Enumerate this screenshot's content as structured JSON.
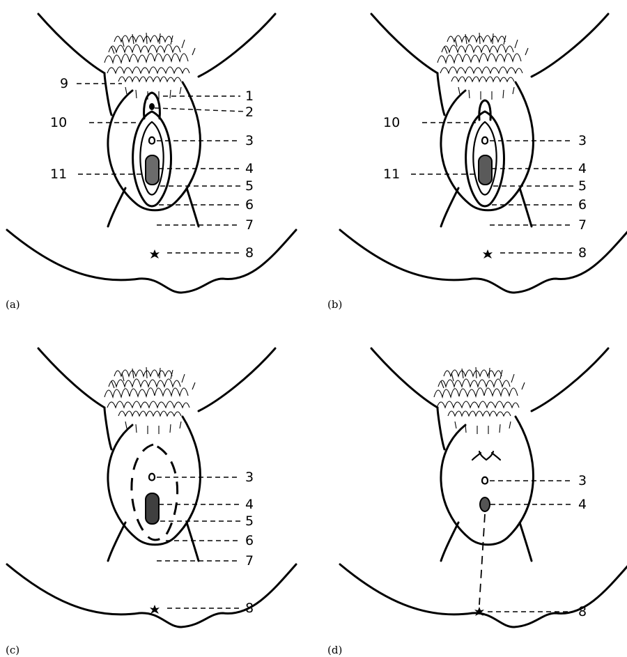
{
  "colors": {
    "stroke": "#000000",
    "lesion_a": "#6b6b6b",
    "lesion_b": "#5a5a5a",
    "lesion_c": "#3f3f3f",
    "lesion_d": "#555555",
    "background": "#ffffff"
  },
  "panels": [
    {
      "id": "a",
      "label": "(a)",
      "callouts_right": [
        "1",
        "2",
        "3",
        "4",
        "5",
        "6",
        "7",
        "8"
      ],
      "callouts_left": [
        "9",
        "10",
        "11"
      ]
    },
    {
      "id": "b",
      "label": "(b)",
      "callouts_right": [
        "3",
        "4",
        "5",
        "6",
        "7",
        "8"
      ],
      "callouts_left": [
        "10",
        "11"
      ]
    },
    {
      "id": "c",
      "label": "(c)",
      "callouts_right": [
        "3",
        "4",
        "5",
        "6",
        "7",
        "8"
      ],
      "callouts_left": []
    },
    {
      "id": "d",
      "label": "(d)",
      "callouts_right": [
        "3",
        "4",
        "8"
      ],
      "callouts_left": []
    }
  ]
}
